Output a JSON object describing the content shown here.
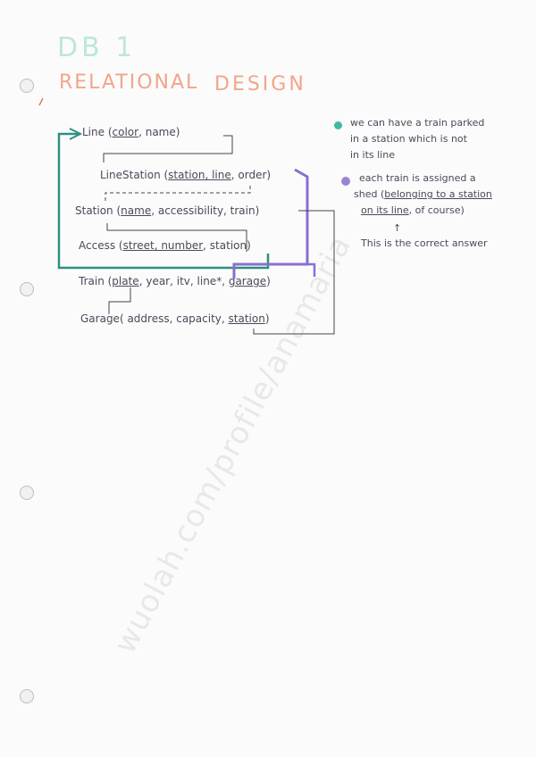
{
  "header": {
    "title_db": "DB 1",
    "title_relational": "RELATIONAL",
    "title_design": "DESIGN"
  },
  "schema": {
    "line": {
      "name": "Line",
      "attrs_pk": "color",
      "attrs_rest": "name"
    },
    "linestation": {
      "name": "LineStation",
      "pk": "station, line",
      "rest": "order"
    },
    "station": {
      "name": "Station",
      "pk": "name",
      "rest": "accessibility, train"
    },
    "access": {
      "name": "Access",
      "pk": "street, number",
      "rest": "station"
    },
    "train": {
      "name": "Train",
      "pk": "plate",
      "mid": "year, itv,",
      "line": "line*",
      "garage": "garage"
    },
    "garage": {
      "name": "Garage",
      "rest": "address, capacity,",
      "station": "station"
    }
  },
  "notes": {
    "note1_l1": "we can have a train parked",
    "note1_l2": "in a station which is not",
    "note1_l3": "in its line",
    "note2_l1": "each train is assigned a",
    "note2_l2_a": "shed (",
    "note2_l2_b": "belonging to a station",
    "note2_l3_a": "on its line",
    "note2_l3_b": ", of course)",
    "arrow": "↑",
    "correct": "This is the correct answer"
  },
  "watermark": "wuolah.com/profile/anamaria",
  "colors": {
    "title_db": "#bfe6dc",
    "title_design": "#f3a58a",
    "teal": "#3fb9a6",
    "purple": "#9b83d6"
  }
}
